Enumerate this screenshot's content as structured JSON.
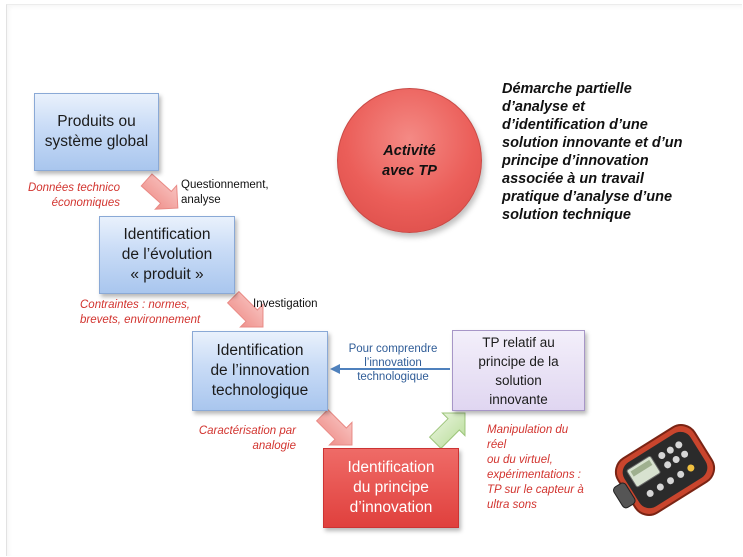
{
  "description": {
    "lines": [
      "Démarche partielle",
      "d’analyse et",
      "d’identification d’une",
      "solution innovante et d’un",
      "principe d’innovation",
      "associée à un travail",
      "pratique d’analyse d’une",
      "solution technique"
    ]
  },
  "activity": {
    "lines": [
      "Activité",
      "avec TP"
    ]
  },
  "boxes": {
    "produits": {
      "lines": [
        "Produits ou",
        "système global"
      ]
    },
    "evolution": {
      "lines": [
        "Identification",
        "de l’évolution",
        "« produit »"
      ]
    },
    "innovation": {
      "lines": [
        "Identification",
        "de l’innovation",
        "technologique"
      ]
    },
    "principe": {
      "lines": [
        "Identification",
        "du principe",
        "d’innovation"
      ]
    },
    "tp": {
      "lines": [
        "TP relatif au",
        "principe de la",
        "solution",
        "innovante"
      ]
    }
  },
  "notes": {
    "donnees": [
      "Données technico",
      "économiques"
    ],
    "questionnement": [
      "Questionnement,",
      "analyse"
    ],
    "contraintes": [
      "Contraintes : normes,",
      "brevets, environnement"
    ],
    "investigation": [
      "Investigation"
    ],
    "pour_comprendre": [
      "Pour comprendre",
      "l’innovation",
      "technologique"
    ],
    "caracterisation": [
      "Caractérisation par",
      "analogie"
    ],
    "manipulation": [
      "Manipulation du",
      "réel",
      "ou du virtuel,",
      "expérimentations :",
      "TP sur le capteur à",
      "ultra sons"
    ]
  },
  "colors": {
    "blue_box": "#c8dbf6",
    "purple_box": "#e0d6f1",
    "red_box": "#e5514d",
    "circle": "#eb5e59",
    "red_text": "#d2342f",
    "blue_text": "#2f5c97",
    "pink_arrow": "#f4aaa6",
    "green_arrow": "#cfe7b6"
  },
  "image": {
    "icon": "ultrasonic-sensor-device-icon"
  }
}
